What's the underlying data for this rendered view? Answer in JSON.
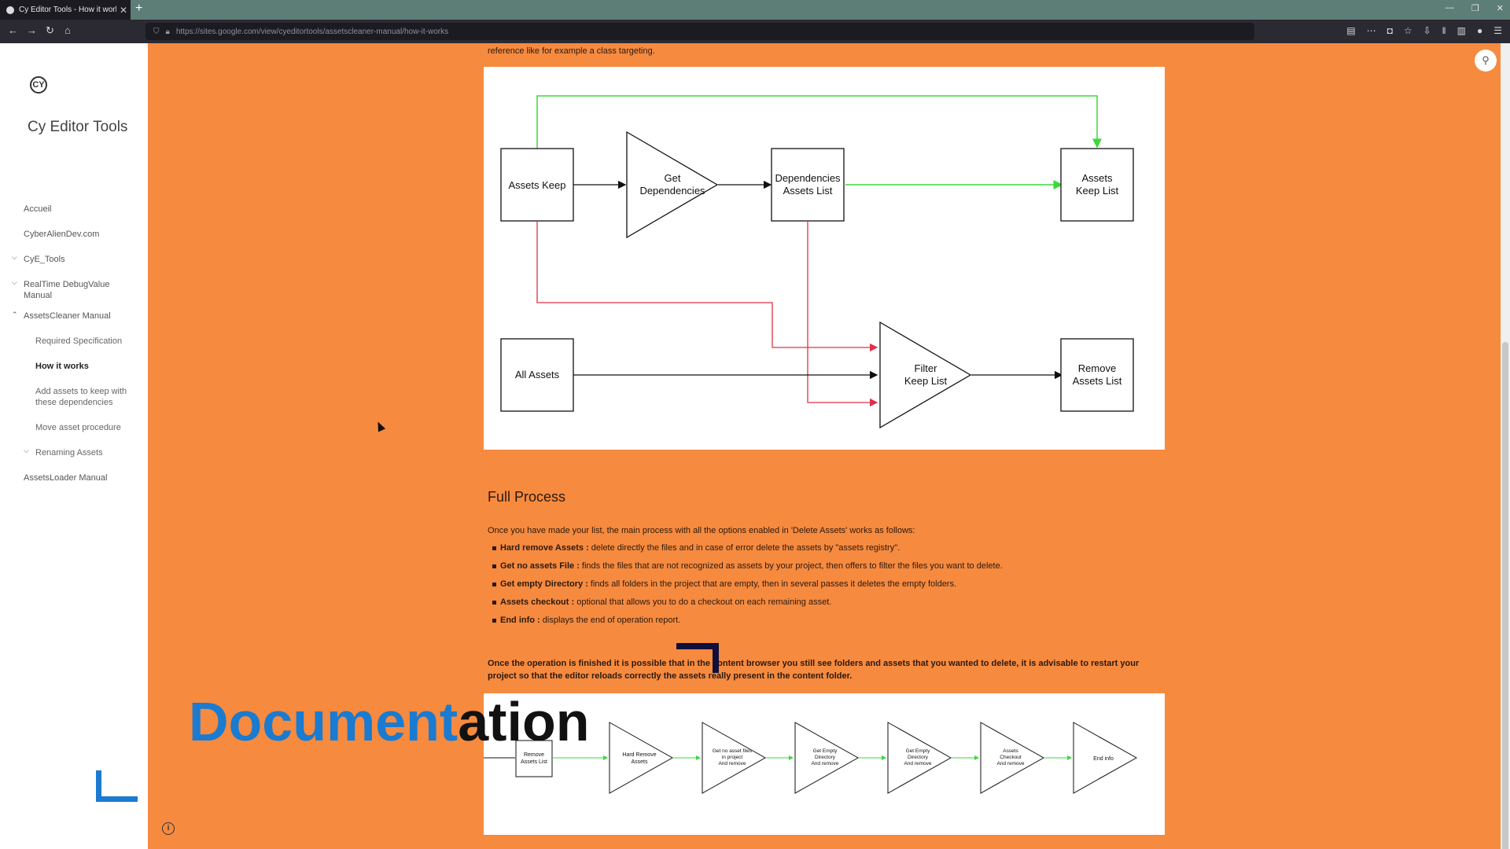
{
  "browser": {
    "tab_title": "Cy Editor Tools - How it works",
    "url": "https://sites.google.com/view/cyeditortools/assetscleaner-manual/how-it-works",
    "colors": {
      "tabbar": "#5c7e77",
      "toolbar": "#2b2a33"
    }
  },
  "sidebar": {
    "logo_text": "CY",
    "site_title": "Cy Editor Tools",
    "items": [
      {
        "label": "Accueil"
      },
      {
        "label": "CyberAlienDev.com"
      },
      {
        "label": "CyE_Tools"
      },
      {
        "label": "RealTime DebugValue Manual"
      },
      {
        "label": "AssetsCleaner Manual"
      },
      {
        "label": "Required Specification"
      },
      {
        "label": "How it works"
      },
      {
        "label": "Add assets to keep with these dependencies"
      },
      {
        "label": "Move asset procedure"
      },
      {
        "label": "Renaming Assets"
      },
      {
        "label": "AssetsLoader Manual"
      }
    ]
  },
  "content": {
    "top_line": "reference like for example a class targeting.",
    "diagram1": {
      "assets_keep": "Assets Keep",
      "get_dependencies": [
        "Get",
        "Dependencies"
      ],
      "dependencies_assets_list": [
        "Dependencies",
        "Assets List"
      ],
      "assets_keep_list": [
        "Assets",
        "Keep List"
      ],
      "all_assets": "All Assets",
      "filter_keep_list": [
        "Filter",
        "Keep List"
      ],
      "remove_assets_list": [
        "Remove",
        "Assets List"
      ]
    },
    "full_process_title": "Full Process",
    "intro": "Once you have made your list, the main process with all the options enabled in 'Delete Assets' works as follows:",
    "bullets": [
      {
        "term": "Hard remove Assets :",
        "text": " delete directly the files and in case of error delete the assets by \"assets registry\"."
      },
      {
        "term": "Get no assets File :",
        "text": " finds the files that are not recognized as assets by your project, then offers to filter the files you want to delete."
      },
      {
        "term": "Get empty Directory :",
        "text": " finds all folders in the project that are empty, then in several passes it deletes the empty folders."
      },
      {
        "term": "Assets checkout :",
        "text": " optional that allows you to do a checkout on each remaining asset."
      },
      {
        "term": "End info :",
        "text": " displays the end of operation report."
      }
    ],
    "note": "Once the operation is finished it is possible that in the content browser you still see folders and assets that you wanted to delete, it is advisable to restart your project so that the editor reloads correctly the assets really present in the content folder.",
    "diagram2": {
      "remove_assets_list": [
        "Remove",
        "Assets List"
      ],
      "steps": [
        [
          "Hard Remove",
          "Assets"
        ],
        [
          "Get no asset files",
          "in project",
          "And remove"
        ],
        [
          "Get Empty",
          "Directory",
          "And remove"
        ],
        [
          "Get Empty",
          "Directory",
          "And remove"
        ],
        [
          "Assets",
          "Checkout",
          "And remove"
        ],
        [
          "End info"
        ]
      ]
    }
  },
  "overlay": {
    "word_blue": "Document",
    "word_black": "ation",
    "colors": {
      "blue": "#1a7bd1",
      "dark": "#0f0f3a"
    }
  },
  "page_background": "#f68a3f"
}
